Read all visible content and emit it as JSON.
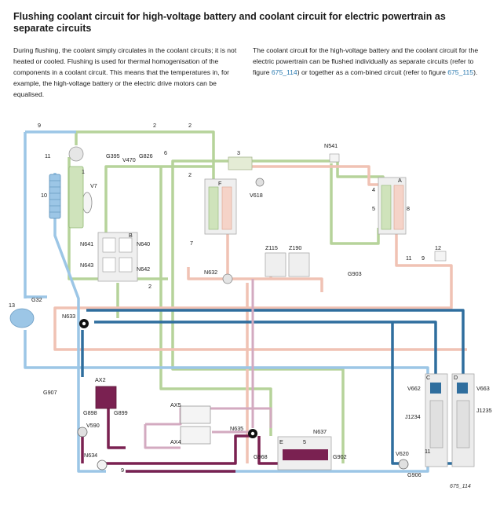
{
  "title": "Flushing coolant circuit for high-voltage battery and coolant circuit for electric powertrain as separate circuits",
  "paragraph_left": "During flushing, the coolant simply circulates in the coolant circuits; it is not heated or cooled. Flushing is used for thermal homogenisation of the components in a coolant circuit. This means that the temperatures in, for example, the high-voltage battery or the electric drive motors can be equalised.",
  "paragraph_right": {
    "part1": "The coolant circuit for the high-voltage battery and the coolant circuit for the electric powertrain can be flushed individually as separate circuits (refer to figure ",
    "link1": "675_114",
    "part2": ") or together as a com-bined circuit (refer to figure ",
    "link2": "675_115",
    "part3": ")."
  },
  "figure_id": "675_114",
  "colors": {
    "green": "#b6d39a",
    "green_dark": "#8fb872",
    "pink": "#f0c2b4",
    "blue_light": "#9cc6e6",
    "blue_dark": "#2f6e9e",
    "purple": "#7a2151",
    "mauve": "#d3aac0",
    "gray_box": "#e9e9e9",
    "link": "#2a7ab0"
  },
  "diagram_labels": {
    "n9a": "9",
    "n2a": "2",
    "n2b": "2",
    "n11a": "11",
    "G395": "G395",
    "V470": "V470",
    "G826": "G826",
    "n6": "6",
    "n3": "3",
    "N541": "N541",
    "n1": "1",
    "n10": "10",
    "V7": "V7",
    "n2c": "2",
    "F": "F",
    "V618": "V618",
    "n4": "4",
    "A": "A",
    "n5": "5",
    "n8": "8",
    "B": "B",
    "N641": "N641",
    "N640": "N640",
    "n7": "7",
    "Z115": "Z115",
    "Z190": "Z190",
    "n12": "12",
    "n11b": "11",
    "n9b": "9",
    "N643": "N643",
    "N642": "N642",
    "n2d": "2",
    "N632": "N632",
    "G903": "G903",
    "n13": "13",
    "G32": "G32",
    "N633": "N633",
    "C": "C",
    "D": "D",
    "G907": "G907",
    "AX2": "AX2",
    "V662": "V662",
    "V663": "V663",
    "AX5": "AX5",
    "G898": "G898",
    "G899": "G899",
    "V590": "V590",
    "J1234": "J1234",
    "J1235": "J1235",
    "N635": "N635",
    "AX4": "AX4",
    "E": "E",
    "n5b": "5",
    "N637": "N637",
    "N634": "N634",
    "G968": "G968",
    "G902": "G902",
    "V620": "V620",
    "n11c": "11",
    "n9c": "9",
    "G906": "G906"
  }
}
